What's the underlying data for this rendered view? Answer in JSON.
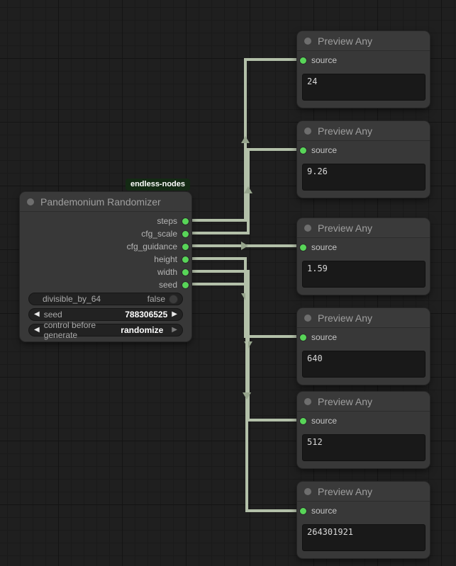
{
  "badge": "endless-nodes",
  "randomizer": {
    "title": "Pandemonium Randomizer",
    "outputs": [
      "steps",
      "cfg_scale",
      "cfg_guidance",
      "height",
      "width",
      "seed"
    ],
    "widgets": {
      "toggle": {
        "label": "divisible_by_64",
        "value": "false"
      },
      "seed": {
        "label": "seed",
        "value": "788306525"
      },
      "control": {
        "label": "control before generate",
        "value": "randomize"
      }
    }
  },
  "previews": [
    {
      "title": "Preview Any",
      "input": "source",
      "value": "24"
    },
    {
      "title": "Preview Any",
      "input": "source",
      "value": "9.26"
    },
    {
      "title": "Preview Any",
      "input": "source",
      "value": "1.59"
    },
    {
      "title": "Preview Any",
      "input": "source",
      "value": "640"
    },
    {
      "title": "Preview Any",
      "input": "source",
      "value": "512"
    },
    {
      "title": "Preview Any",
      "input": "source",
      "value": "264301921"
    }
  ],
  "icons": {
    "left_arrow": "◀",
    "right_arrow": "▶"
  },
  "colors": {
    "slot_green": "#58d558",
    "wire": "#b3c0a9",
    "badge_bg": "#142a14",
    "canvas_bg": "#1f1f1f",
    "node_bg": "#383838"
  }
}
